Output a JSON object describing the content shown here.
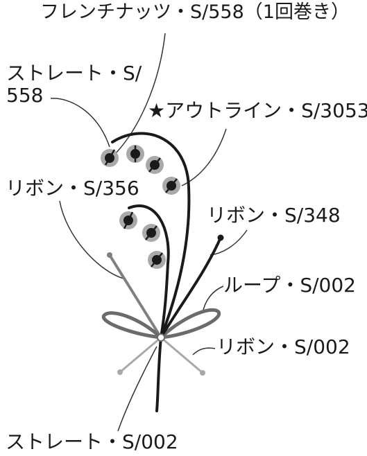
{
  "labels": {
    "french_knot": "フレンチナッツ・S/558（1回巻き）",
    "straight_558_line1": "ストレート・S/",
    "straight_558_line2": "558",
    "outline": "★アウトライン・S/3053",
    "ribbon_356": "リボン・S/356",
    "ribbon_348": "リボン・S/348",
    "loop_002": "ループ・S/002",
    "ribbon_002": "リボン・S/002",
    "straight_002": "ストレート・S/002"
  },
  "colors": {
    "stem": "#1a1a1a",
    "knot_halo": "#a9a9a9",
    "loop": "#6b6b6b",
    "ribbon_light": "#a8a8a8",
    "ribbon_mid": "#808080",
    "leader_line": "#333333"
  }
}
